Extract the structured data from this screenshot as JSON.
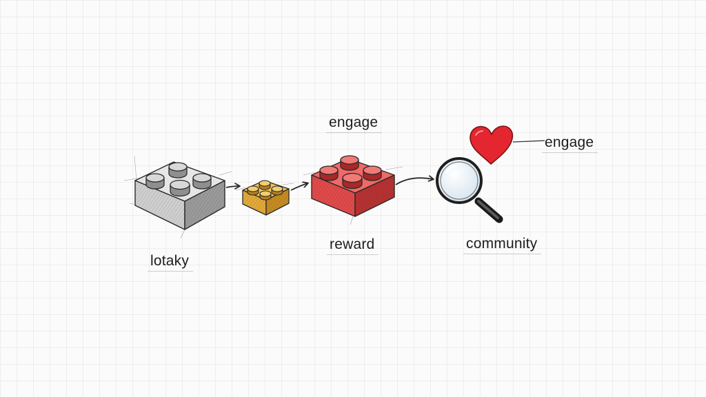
{
  "labels": {
    "loyalty": "lotaky",
    "engage_top": "engage",
    "engage_heart": "engage",
    "reward": "reward",
    "community": "community"
  },
  "colors": {
    "gray_brick": "#c9c9c9",
    "yellow_brick": "#e0a93a",
    "red_brick": "#e04a4a",
    "heart": "#e3262f",
    "lens": "#dde9f2",
    "ink": "#2a2a2a"
  },
  "icons": [
    "gray-brick-icon",
    "yellow-brick-icon",
    "red-brick-icon",
    "magnifier-icon",
    "heart-icon"
  ]
}
